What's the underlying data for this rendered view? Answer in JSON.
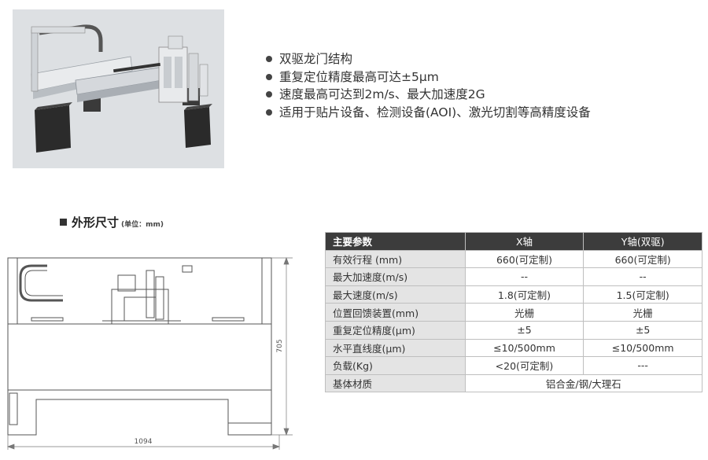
{
  "features": [
    "双驱龙门结构",
    "重复定位精度最高可达±5μm",
    "速度最高可达到2m/s、最大加速度2G",
    "适用于贴片设备、检测设备(AOI)、激光切割等高精度设备"
  ],
  "dimensions": {
    "title": "外形尺寸",
    "unit": "(单位：mm)",
    "height_label": "705",
    "width_label": "1094"
  },
  "spec_table": {
    "headers": [
      "主要参数",
      "X轴",
      "Y轴(双驱)"
    ],
    "rows": [
      [
        "有效行程 (mm)",
        "660(可定制)",
        "660(可定制)"
      ],
      [
        "最大加速度(m/s)",
        "--",
        "--"
      ],
      [
        "最大速度(m/s)",
        "1.8(可定制)",
        "1.5(可定制)"
      ],
      [
        "位置回馈装置(mm)",
        "光栅",
        "光栅"
      ],
      [
        "重复定位精度(μm)",
        "±5",
        "±5"
      ],
      [
        "水平直线度(μm)",
        "≤10/500mm",
        "≤10/500mm"
      ],
      [
        "负载(Kg)",
        "<20(可定制)",
        "---"
      ]
    ],
    "material_label": "基体材质",
    "material_value": "铝合金/钢/大理石"
  }
}
